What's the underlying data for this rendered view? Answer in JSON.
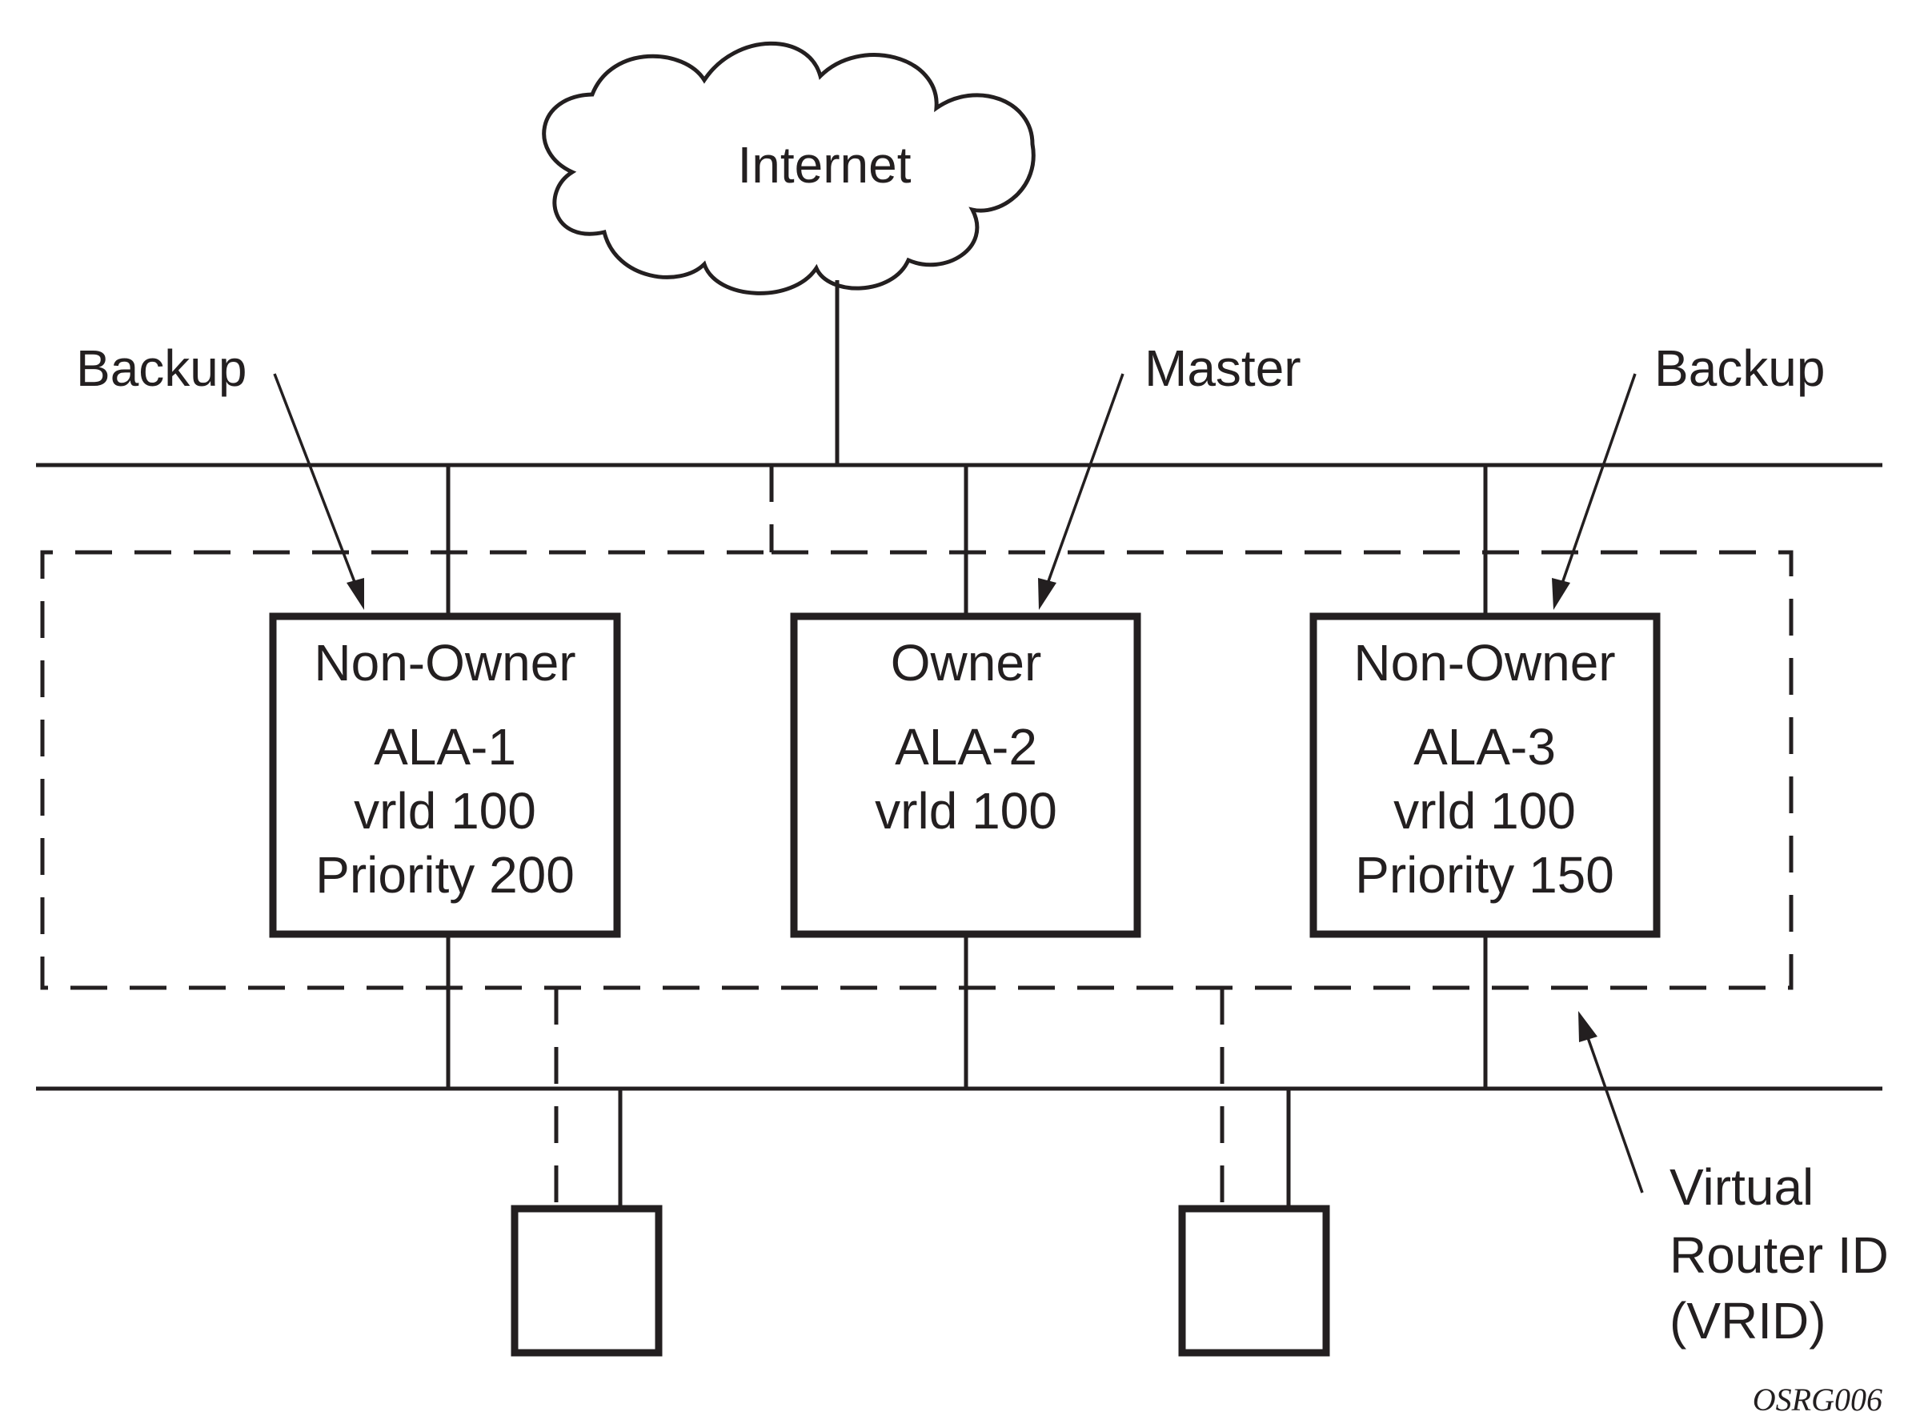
{
  "cloud": {
    "label": "Internet"
  },
  "roles": {
    "left": "Backup",
    "middle": "Master",
    "right": "Backup"
  },
  "routers": [
    {
      "role_label": "Non-Owner",
      "name": "ALA-1",
      "vrid": "vrld 100",
      "priority": "Priority 200"
    },
    {
      "role_label": "Owner",
      "name": "ALA-2",
      "vrid": "vrld 100",
      "priority": ""
    },
    {
      "role_label": "Non-Owner",
      "name": "ALA-3",
      "vrid": "vrld 100",
      "priority": "Priority 150"
    }
  ],
  "vrid_label": {
    "line1": "Virtual",
    "line2": "Router ID",
    "line3": "(VRID)"
  },
  "figure_id": "OSRG006"
}
